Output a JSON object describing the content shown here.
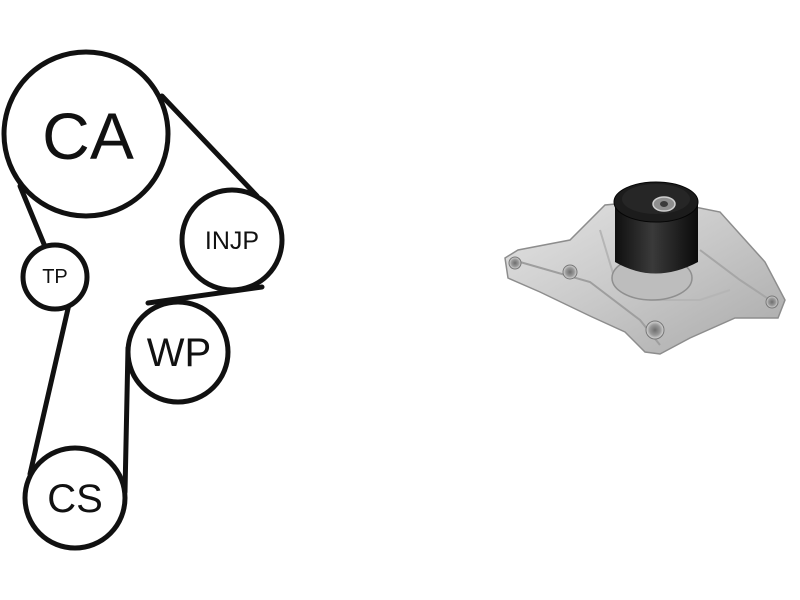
{
  "diagram": {
    "pulleys": [
      {
        "id": "camshaft",
        "label": "CA"
      },
      {
        "id": "injection-pump",
        "label": "INJP"
      },
      {
        "id": "tensioner",
        "label": "TP"
      },
      {
        "id": "water-pump",
        "label": "WP"
      },
      {
        "id": "crankshaft",
        "label": "CS"
      }
    ]
  },
  "photo": {
    "subject": "water-pump"
  },
  "colors": {
    "line": "#111111",
    "background": "#ffffff"
  }
}
